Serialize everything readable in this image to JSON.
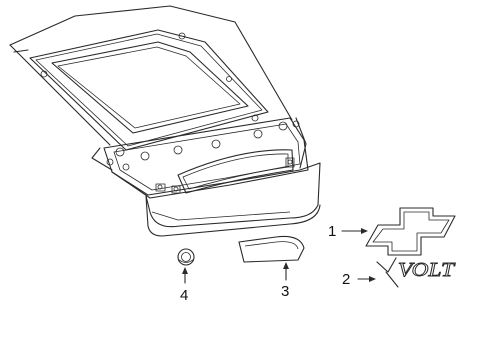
{
  "diagram": {
    "callouts": [
      {
        "id": "1",
        "label": "1"
      },
      {
        "id": "2",
        "label": "2"
      },
      {
        "id": "3",
        "label": "3"
      },
      {
        "id": "4",
        "label": "4"
      }
    ],
    "badge_text": "VOLT",
    "colors": {
      "line": "#2a2a2a",
      "background": "#ffffff"
    }
  }
}
